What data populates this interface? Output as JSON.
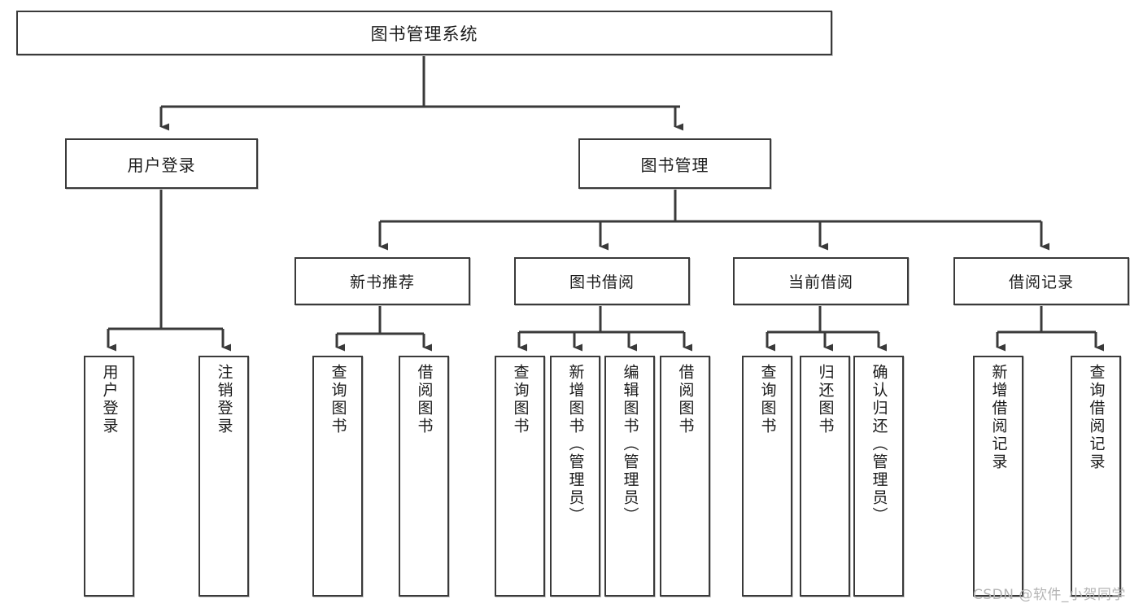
{
  "diagram": {
    "title_node": {
      "label": "图书管理系统"
    },
    "level2": [
      {
        "id": "user-login",
        "label": "用户登录"
      },
      {
        "id": "book-management",
        "label": "图书管理"
      }
    ],
    "level3": [
      {
        "id": "new-book-recommend",
        "label": "新书推荐"
      },
      {
        "id": "book-borrow",
        "label": "图书借阅"
      },
      {
        "id": "current-borrow",
        "label": "当前借阅"
      },
      {
        "id": "borrow-record",
        "label": "借阅记录"
      }
    ],
    "leaves": [
      {
        "id": "leaf-user-login",
        "label": "用户登录",
        "parent": "user-login"
      },
      {
        "id": "leaf-logout-login",
        "label": "注销登录",
        "parent": "user-login"
      },
      {
        "id": "leaf-query-book-1",
        "label": "查询图书",
        "parent": "new-book-recommend"
      },
      {
        "id": "leaf-borrow-book-1",
        "label": "借阅图书",
        "parent": "new-book-recommend"
      },
      {
        "id": "leaf-query-book-2",
        "label": "查询图书",
        "parent": "book-borrow"
      },
      {
        "id": "leaf-add-book",
        "label": "新增图书（管理员）",
        "parent": "book-borrow"
      },
      {
        "id": "leaf-edit-book",
        "label": "编辑图书（管理员）",
        "parent": "book-borrow"
      },
      {
        "id": "leaf-borrow-book-2",
        "label": "借阅图书",
        "parent": "book-borrow"
      },
      {
        "id": "leaf-query-book-3",
        "label": "查询图书",
        "parent": "current-borrow"
      },
      {
        "id": "leaf-return-book",
        "label": "归还图书",
        "parent": "current-borrow"
      },
      {
        "id": "leaf-confirm-return",
        "label": "确认归还（管理员）",
        "parent": "current-borrow"
      },
      {
        "id": "leaf-add-record",
        "label": "新增借阅记录",
        "parent": "borrow-record"
      },
      {
        "id": "leaf-query-record",
        "label": "查询借阅记录",
        "parent": "borrow-record"
      }
    ],
    "watermark": "CSDN @软件_小贺同学",
    "colors": {
      "box_border": "#3a3a3a",
      "box_fill": "#ffffff",
      "connector": "#3a3a3a",
      "text": "#1b1b1b",
      "watermark": "#b4b4b4",
      "background": "#ffffff"
    }
  }
}
